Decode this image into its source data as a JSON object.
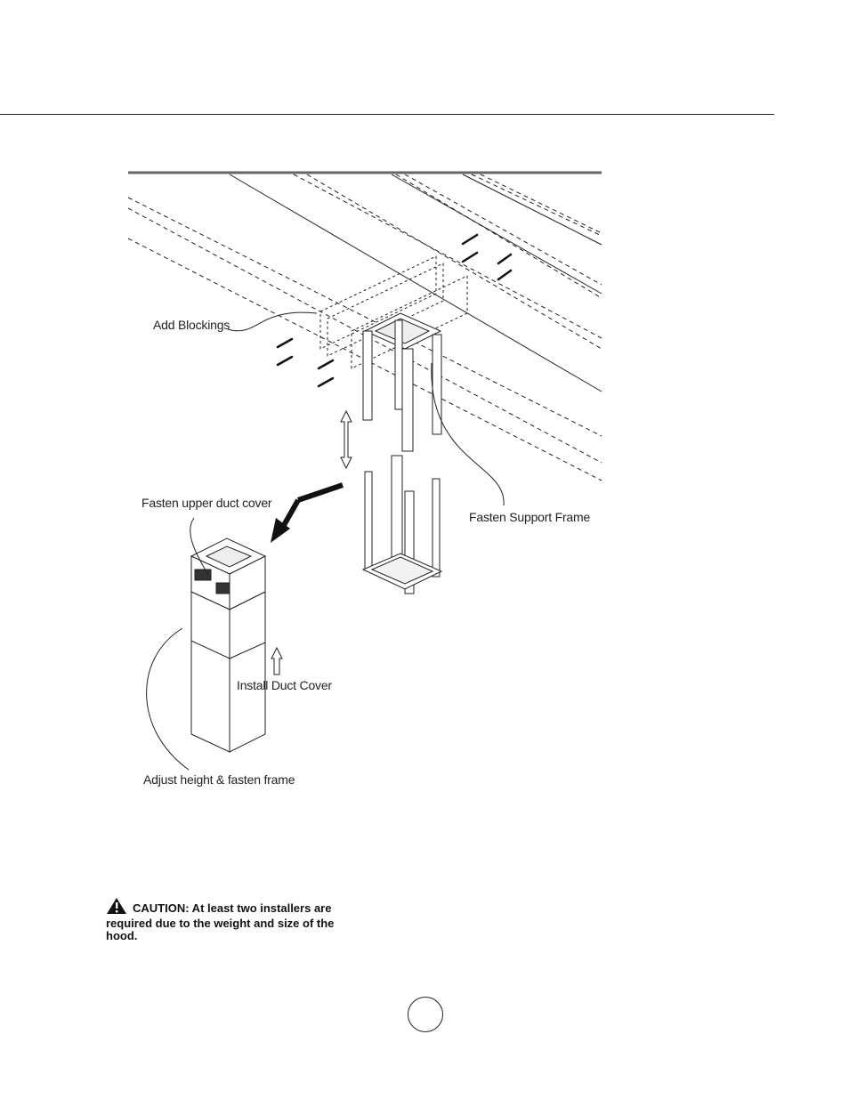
{
  "labels": {
    "add_blockings": "Add Blockings",
    "fasten_upper_duct_cover": "Fasten upper duct cover",
    "fasten_support_frame": "Fasten Support Frame",
    "install_duct_cover": "Install Duct Cover",
    "adjust_height": "Adjust height & fasten frame"
  },
  "caution": {
    "text": "CAUTION: At least two installers are required due to the weight and size of the hood."
  },
  "icons": {
    "warning": "warning-triangle-icon"
  }
}
